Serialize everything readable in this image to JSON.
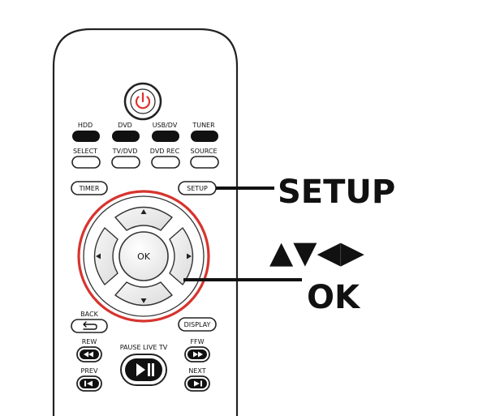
{
  "remote": {
    "power_icon": "power-icon",
    "source_row": {
      "hdd": "HDD",
      "dvd": "DVD",
      "usbdv": "USB/DV",
      "tuner": "TUNER"
    },
    "select_row": {
      "select": "SELECT",
      "tvdvd": "TV/DVD",
      "dvdrec": "DVD REC",
      "source": "SOURCE"
    },
    "timer": "TIMER",
    "setup": "SETUP",
    "nav": {
      "ok": "OK",
      "up_icon": "triangle-up-icon",
      "down_icon": "triangle-down-icon",
      "left_icon": "triangle-left-icon",
      "right_icon": "triangle-right-icon"
    },
    "back": "BACK",
    "display": "DISPLAY",
    "rew": "REW",
    "pause_live_tv": "PAUSE LIVE TV",
    "ffw": "FFW",
    "prev": "PREV",
    "next": "NEXT"
  },
  "callouts": {
    "setup": "SETUP",
    "arrows": "▲▼◀▶",
    "ok": "OK"
  },
  "colors": {
    "power_red": "#e0312c",
    "ring_red": "#d7342e",
    "body_outline": "#222222",
    "button_fill": "#f2f2f2",
    "dark_button": "#111111"
  }
}
